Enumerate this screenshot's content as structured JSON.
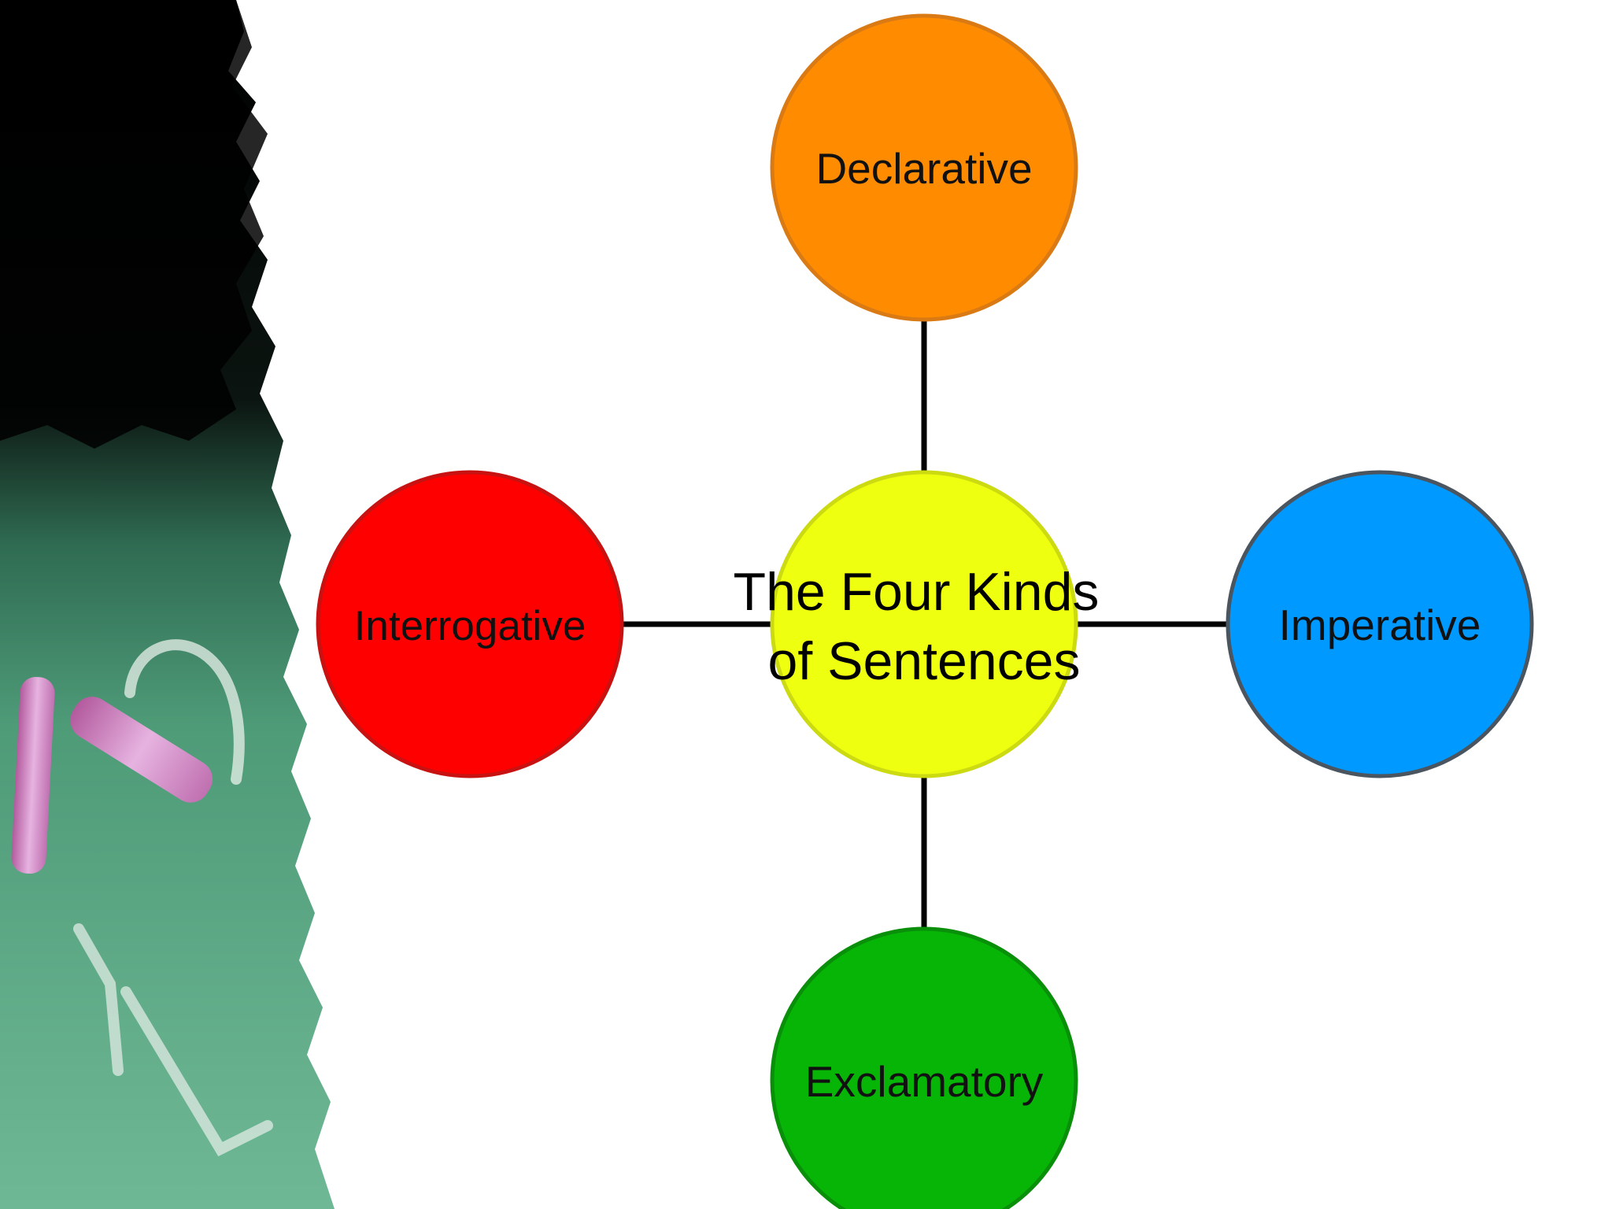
{
  "diagram": {
    "center": {
      "line1": "The Four Kinds",
      "line2": "of Sentences",
      "fill": "#EFFF10",
      "stroke": "#CCDA12"
    },
    "nodes": {
      "top": {
        "label": "Declarative",
        "fill": "#FF8C00",
        "stroke": "#D97A14"
      },
      "left": {
        "label": "Interrogative",
        "fill": "#FF0000",
        "stroke": "#C81212"
      },
      "right": {
        "label": "Imperative",
        "fill": "#0099FF",
        "stroke": "#4A5560"
      },
      "bottom": {
        "label": "Exclamatory",
        "fill": "#06B506",
        "stroke": "#0A8F0A"
      }
    },
    "connector_color": "#000000"
  },
  "background": {
    "chalkboard": "#4E9B78",
    "dark": "#000000",
    "chalk": "#E6B3E0"
  }
}
